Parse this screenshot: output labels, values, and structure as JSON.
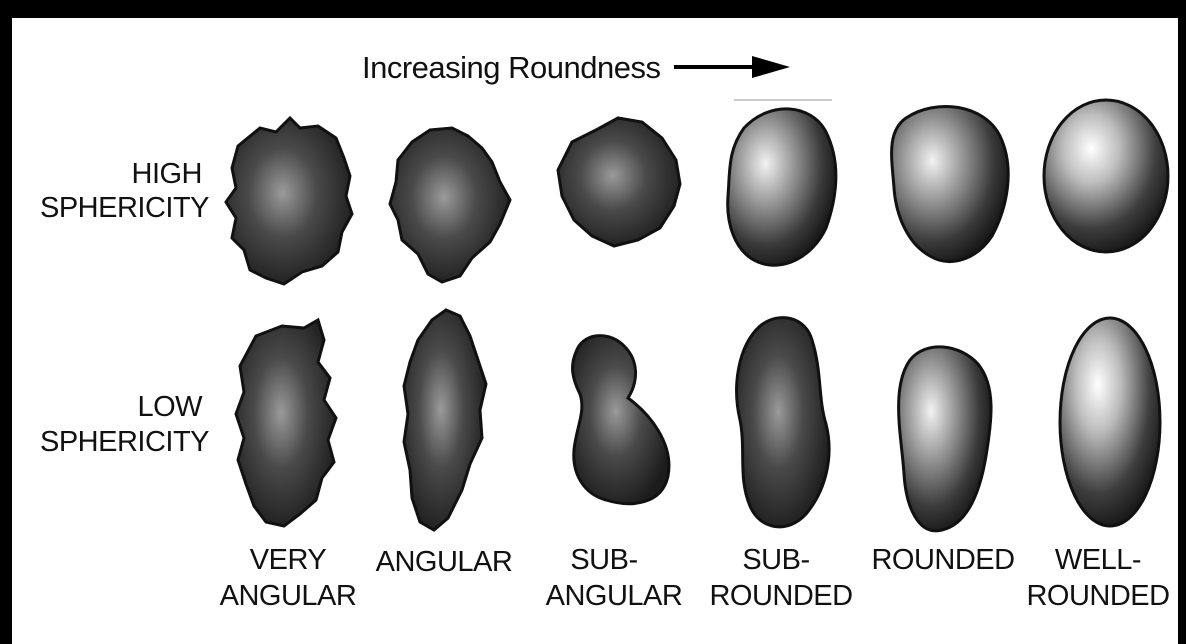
{
  "diagram": {
    "title": "Increasing Roundness",
    "row_labels": [
      {
        "line1": "HIGH",
        "line2": "SPHERICITY"
      },
      {
        "line1": "LOW",
        "line2": "SPHERICITY"
      }
    ],
    "columns": [
      {
        "line1": "VERY",
        "line2": "ANGULAR"
      },
      {
        "line1": "ANGULAR",
        "line2": ""
      },
      {
        "line1": "SUB-",
        "line2": "ANGULAR"
      },
      {
        "line1": "SUB-",
        "line2": "ROUNDED"
      },
      {
        "line1": "ROUNDED",
        "line2": ""
      },
      {
        "line1": "WELL-",
        "line2": "ROUNDED"
      }
    ],
    "icons": {
      "arrow": "right-arrow-icon"
    },
    "colors": {
      "frame": "#000000",
      "background": "#ffffff",
      "grain_light": "#d8d8d8",
      "grain_dark": "#1a1a1a"
    }
  }
}
